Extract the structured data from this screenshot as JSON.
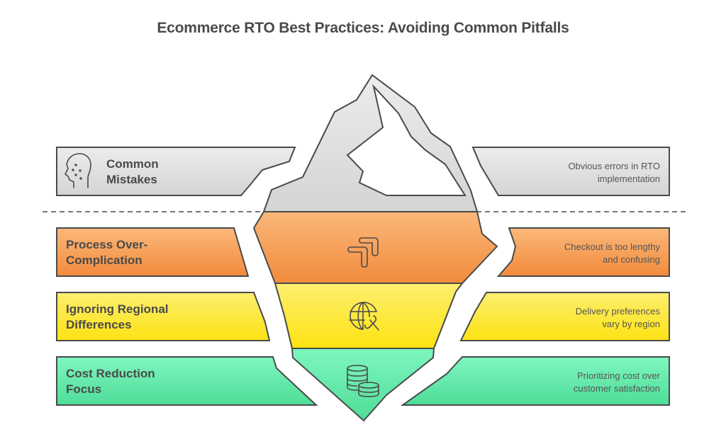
{
  "title": "Ecommerce RTO Best Practices: Avoiding Common Pitfalls",
  "colors": {
    "gray": "#d9d9d9",
    "orange": "#f5a05a",
    "yellow": "#fde34a",
    "green": "#6ee8aa",
    "stroke": "#4a4a4a"
  },
  "layers": [
    {
      "id": "common-mistakes",
      "label_line1": "Common",
      "label_line2": "Mistakes",
      "desc_line1": "Obvious errors in RTO",
      "desc_line2": "implementation",
      "icon": "head-with-dots-icon"
    },
    {
      "id": "process-over-complication",
      "label_line1": "Process Over-",
      "label_line2": "Complication",
      "desc_line1": "Checkout is too lengthy",
      "desc_line2": "and confusing",
      "icon": "route-arrow-icon"
    },
    {
      "id": "ignoring-regional-differences",
      "label_line1": "Ignoring Regional",
      "label_line2": "Differences",
      "desc_line1": "Delivery preferences",
      "desc_line2": "vary by region",
      "icon": "globe-unlinked-icon"
    },
    {
      "id": "cost-reduction-focus",
      "label_line1": "Cost Reduction",
      "label_line2": "Focus",
      "desc_line1": "Prioritizing cost over",
      "desc_line2": "customer satisfaction",
      "icon": "coin-stacks-icon"
    }
  ]
}
